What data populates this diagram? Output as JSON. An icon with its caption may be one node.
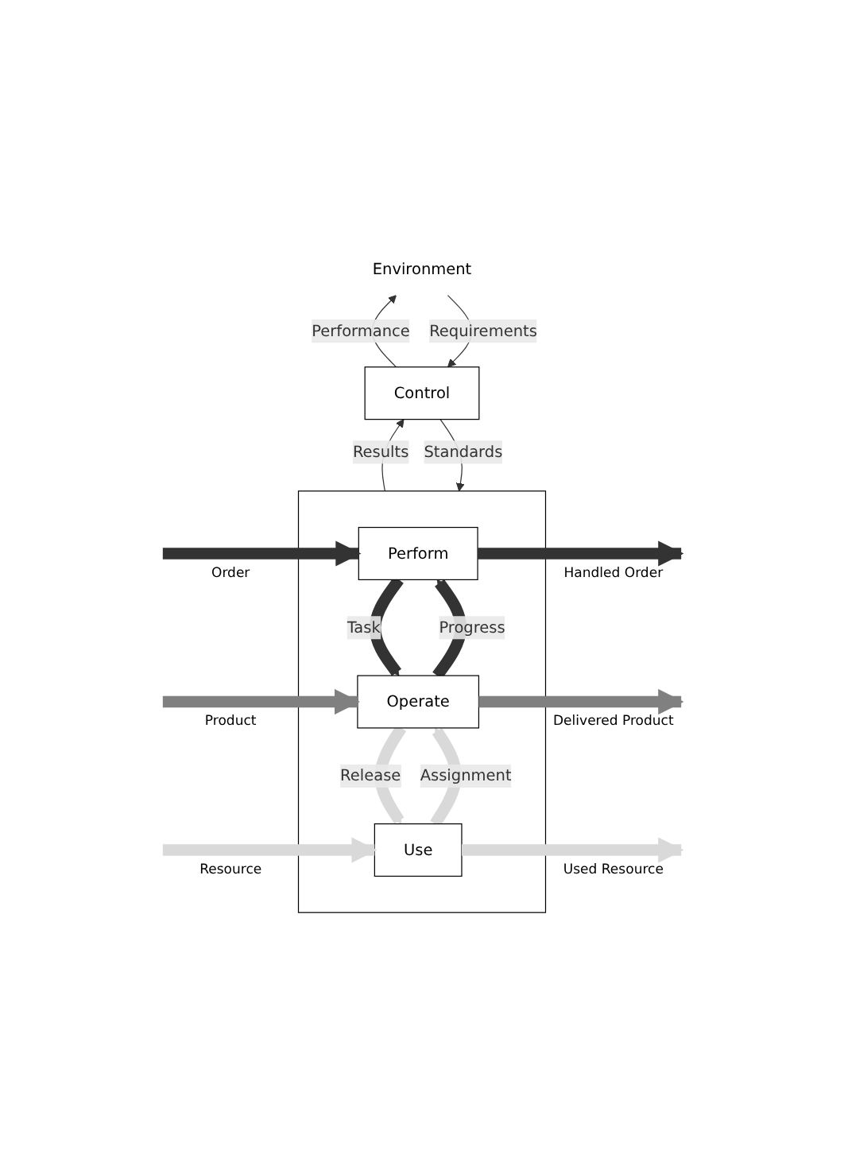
{
  "diagram": {
    "nodes": [
      {
        "text": [
          "Environment"
        ]
      },
      {
        "text": [
          "Control"
        ]
      },
      {
        "text": [],
        "shape": "box"
      },
      {
        "text": [
          "Perform"
        ],
        "in": 2
      },
      {
        "text": [
          "Operate"
        ],
        "in": 2
      },
      {
        "text": [
          "Use"
        ],
        "in": 2
      }
    ],
    "edges": [
      {
        "from": 0,
        "to": 1,
        "arrow": "to",
        "label": "Requirements"
      },
      {
        "from": 1,
        "to": 0,
        "arrow": "to",
        "label": "Performance"
      },
      {
        "from": 1,
        "to": 2,
        "arrow": "to",
        "label": "Standards"
      },
      {
        "from": 2,
        "to": 1,
        "arrow": "to",
        "label": "Results"
      },
      {
        "from": null,
        "to": 3,
        "arrow": "to",
        "label": "Order"
      },
      {
        "from": 3,
        "to": null,
        "arrow": "to",
        "label": "Handled Order"
      },
      {
        "from": 3,
        "to": 4,
        "arrow": "to",
        "label": "Task"
      },
      {
        "from": 4,
        "to": 3,
        "arrow": "to",
        "label": "Progress"
      },
      {
        "from": null,
        "to": 4,
        "arrow": "to",
        "label": "Product",
        "color": "#808080"
      },
      {
        "from": 4,
        "to": null,
        "arrow": "to",
        "label": "Delivered Product",
        "color": "#808080"
      },
      {
        "from": 4,
        "to": 5,
        "arrow": "to",
        "label": "Release",
        "color": "#d9d9d9"
      },
      {
        "from": 5,
        "to": 4,
        "arrow": "to",
        "label": "Assignment",
        "color": "#d9d9d9"
      },
      {
        "from": null,
        "to": 5,
        "arrow": "to",
        "label": "Resource",
        "color": "#d9d9d9"
      },
      {
        "from": 5,
        "to": null,
        "arrow": "to",
        "label": "Used Resource",
        "color": "#d9d9d9"
      }
    ]
  }
}
